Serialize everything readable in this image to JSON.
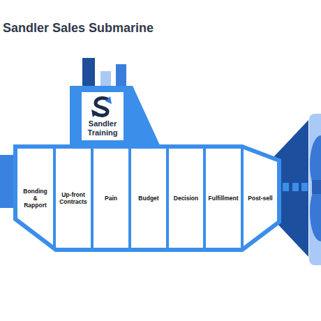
{
  "diagram": {
    "title": "Sandler Sales Submarine",
    "nodes": [
      {
        "text": [
          "Sandler Training"
        ]
      },
      {
        "text": [
          "Bonding & Rapport"
        ]
      },
      {
        "text": [
          "Up-front Contracts"
        ]
      },
      {
        "text": [
          "Pain"
        ]
      },
      {
        "text": [
          "Budget"
        ]
      },
      {
        "text": [
          "Decision"
        ]
      },
      {
        "text": [
          "Fulfillment"
        ]
      },
      {
        "text": [
          "Post-sell"
        ]
      }
    ]
  }
}
